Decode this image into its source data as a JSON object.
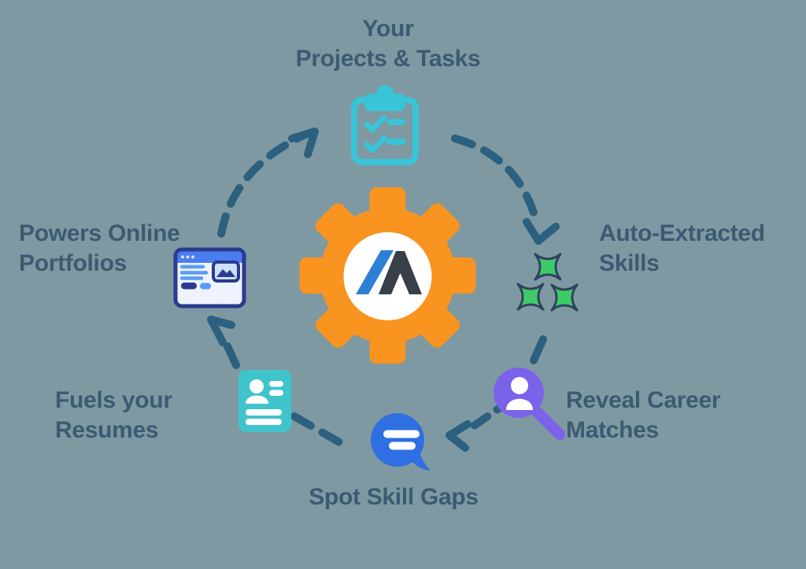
{
  "colors": {
    "background": "#7e99a1",
    "heading_text": "#3d5a73",
    "arrow": "#2b607f",
    "gear": "#f8941f",
    "gear_center": "#ffffff",
    "logo_slash": "#2e7fd6",
    "logo_peak": "#383f47",
    "clipboard": "#38c5d9",
    "sparkle_fill": "#3ecb67",
    "sparkle_outline": "#2f4061",
    "magnifier": "#7b62ea",
    "chat_bubble": "#2e6fe2",
    "resume_card": "#3fc4cc",
    "browser_navy": "#2b3a8f",
    "browser_blue": "#4a7df0",
    "browser_light_blue": "#5b9bf5",
    "browser_body": "#eef3fe",
    "thumb_fill": "#cde0fb",
    "browser_dots": "#d9e6fc",
    "icon_detail_white": "#ffffff"
  },
  "labels": {
    "projects": {
      "line1": "Your",
      "line2": "Projects & Tasks"
    },
    "skills": {
      "line1": "Auto-Extracted",
      "line2": "Skills"
    },
    "matches": {
      "line1": "Reveal Career",
      "line2": "Matches"
    },
    "gaps": {
      "line1": "Spot Skill Gaps"
    },
    "resumes": {
      "line1": "Fuels your",
      "line2": "Resumes"
    },
    "portfolios": {
      "line1": "Powers Online",
      "line2": "Portfolios"
    }
  }
}
